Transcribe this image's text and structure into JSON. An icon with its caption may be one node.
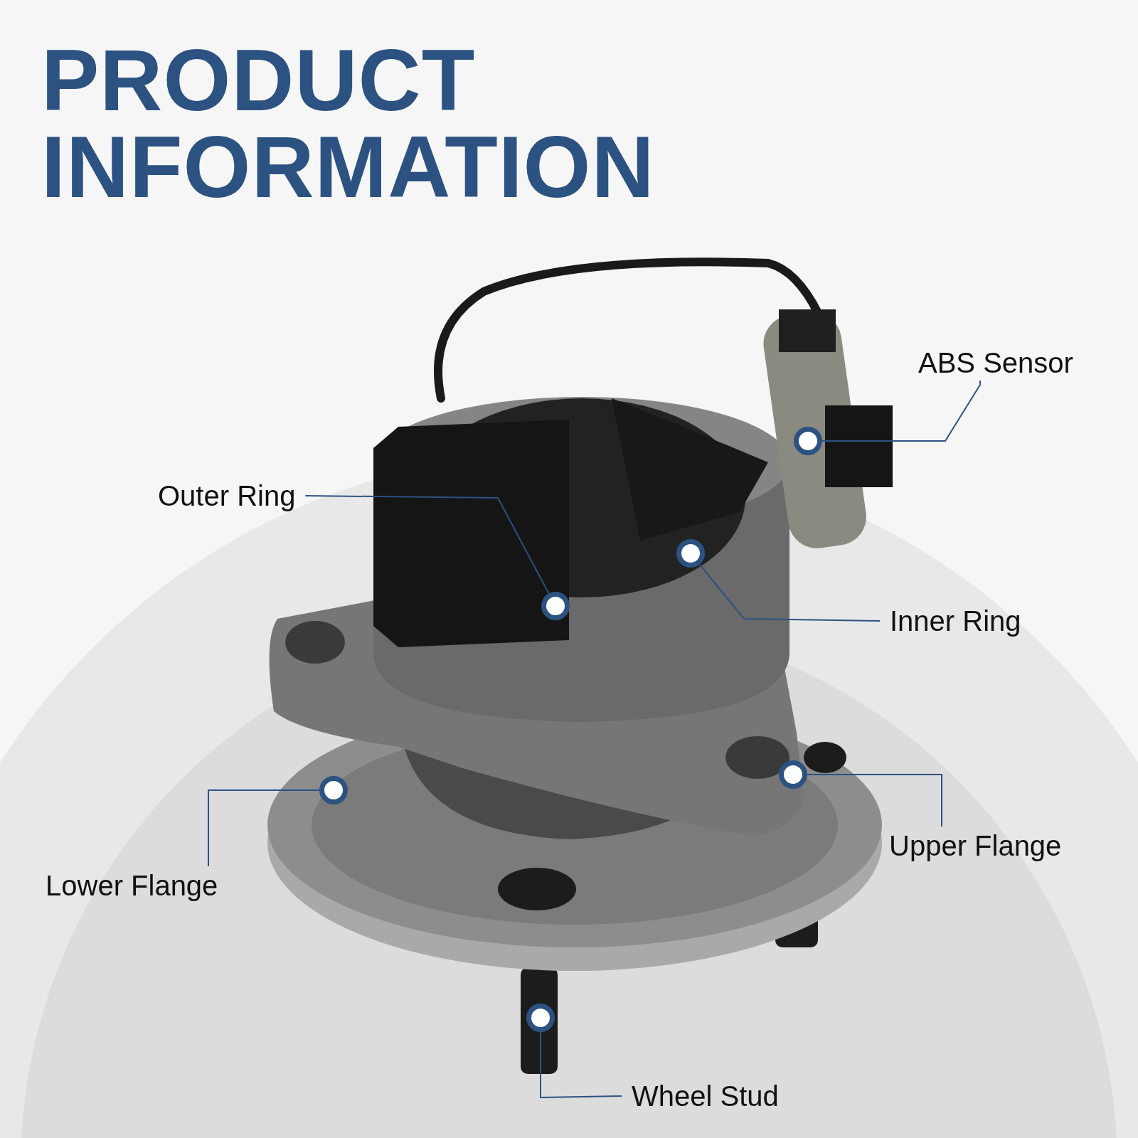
{
  "diagram": {
    "title": "PRODUCT INFORMATION",
    "nodes": [
      {
        "text": [
          "ABS Sensor"
        ]
      },
      {
        "text": [
          "Outer Ring"
        ]
      },
      {
        "text": [
          "Inner Ring"
        ]
      },
      {
        "text": [
          "Upper Flange"
        ]
      },
      {
        "text": [
          "Lower Flange"
        ]
      },
      {
        "text": [
          "Wheel Stud"
        ]
      },
      {
        "text": [],
        "shape": "circle"
      },
      {
        "text": [],
        "shape": "circle"
      },
      {
        "text": [],
        "shape": "circle"
      },
      {
        "text": [],
        "shape": "circle"
      },
      {
        "text": [],
        "shape": "circle"
      },
      {
        "text": [],
        "shape": "circle"
      }
    ],
    "edges": [
      {
        "from": 0,
        "to": 6,
        "arrow": "none"
      },
      {
        "from": 1,
        "to": 8,
        "arrow": "none"
      },
      {
        "from": 2,
        "to": 7,
        "arrow": "none"
      },
      {
        "from": 3,
        "to": 9,
        "arrow": "none"
      },
      {
        "from": 4,
        "to": 10,
        "arrow": "none"
      },
      {
        "from": 5,
        "to": 11,
        "arrow": "none"
      }
    ]
  }
}
